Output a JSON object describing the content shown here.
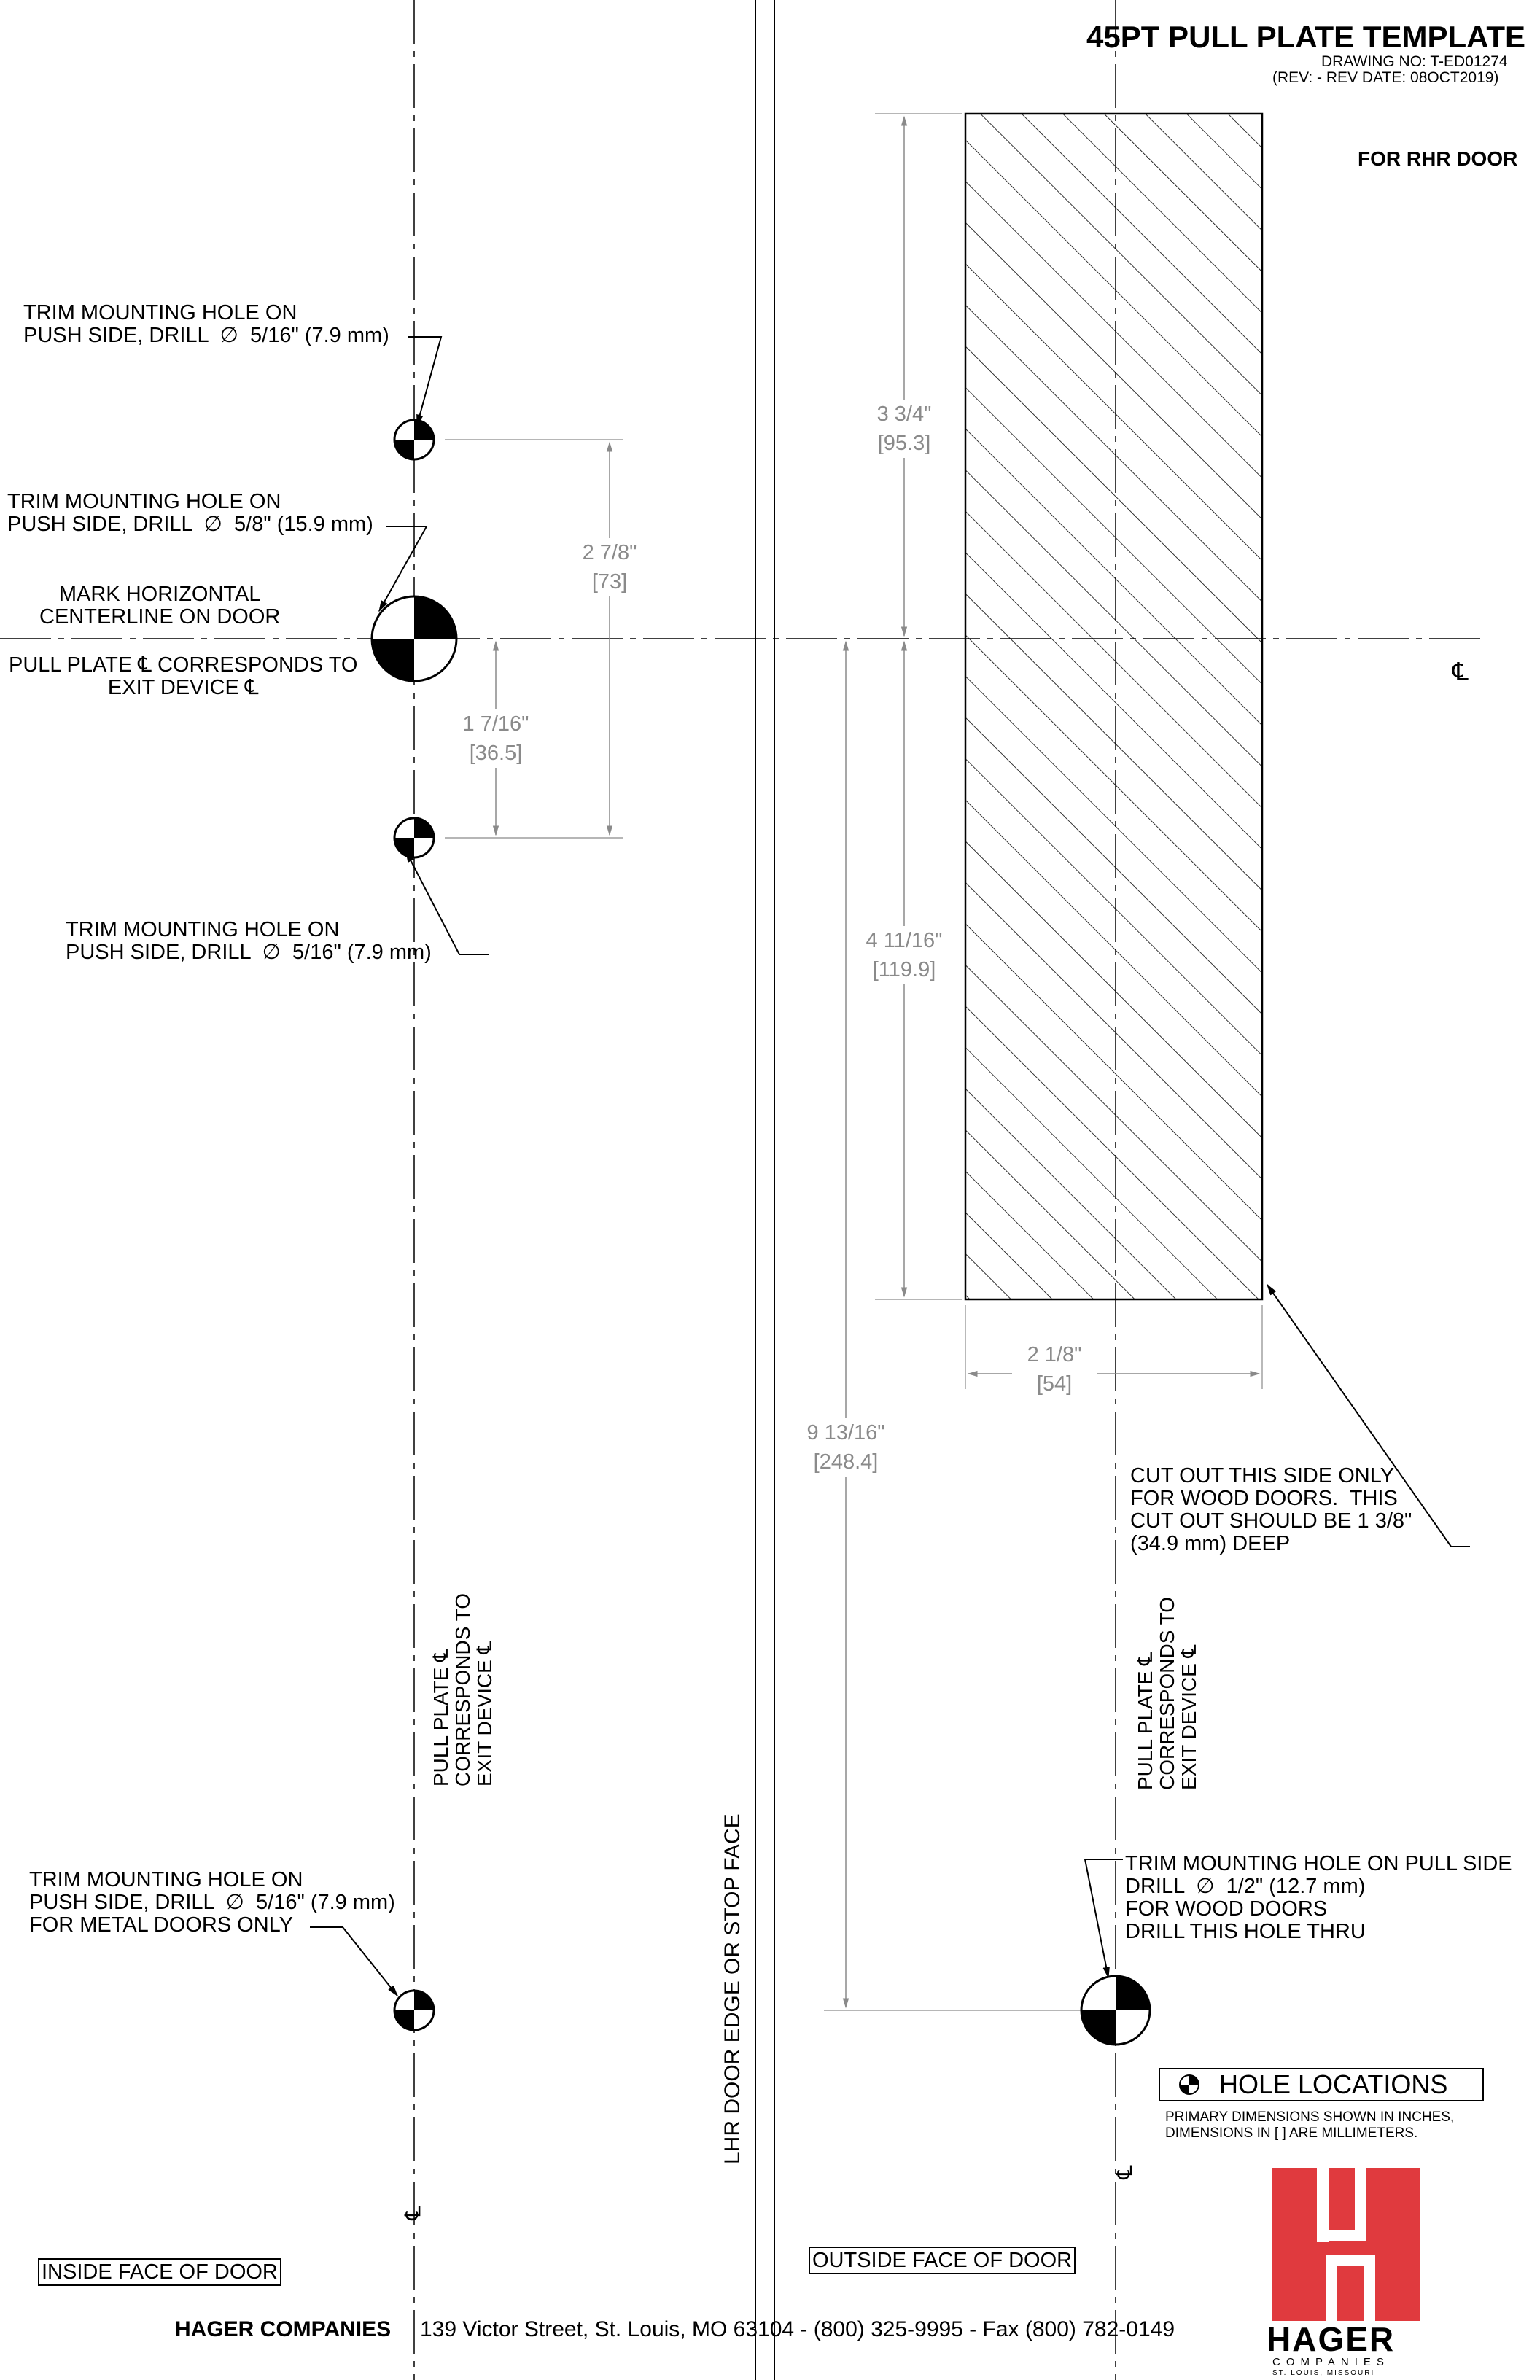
{
  "header": {
    "title": "45PT PULL PLATE TEMPLATE",
    "drawing_no": "DRAWING NO:  T-ED01274",
    "revision": "(REV: -  REV DATE: 08OCT2019)",
    "hand": "FOR RHR DOOR"
  },
  "callouts": {
    "top_hole": "TRIM MOUNTING HOLE ON\nPUSH SIDE, DRILL  ∅  5/16\" (7.9 mm)",
    "large_hole": "TRIM MOUNTING HOLE ON\nPUSH SIDE, DRILL  ∅  5/8\" (15.9 mm)",
    "mark_centerline": "MARK HORIZONTAL\nCENTERLINE ON DOOR",
    "pull_plate_cl": "PULL PLATE ℄ CORRESPONDS TO\nEXIT DEVICE ℄",
    "lower_hole": "TRIM MOUNTING HOLE ON\nPUSH SIDE, DRILL  ∅  5/16\" (7.9 mm)",
    "metal_hole": "TRIM MOUNTING HOLE ON\nPUSH SIDE, DRILL  ∅  5/16\" (7.9 mm)\nFOR METAL DOORS ONLY",
    "pull_side_hole": "TRIM MOUNTING HOLE ON PULL SIDE\nDRILL  ∅  1/2\" (12.7 mm)\nFOR WOOD DOORS\nDRILL THIS HOLE THRU",
    "cutout": "CUT OUT THIS SIDE ONLY\nFOR WOOD DOORS.  THIS\nCUT OUT SHOULD BE 1 3/8\"\n(34.9 mm) DEEP"
  },
  "dimensions": {
    "d1": {
      "in": "3 3/4\"",
      "mm": "[95.3]"
    },
    "d2": {
      "in": "2 7/8\"",
      "mm": "[73]"
    },
    "d3": {
      "in": "1 7/16\"",
      "mm": "[36.5]"
    },
    "d4": {
      "in": "4 11/16\"",
      "mm": "[119.9]"
    },
    "d5": {
      "in": "2 1/8\"",
      "mm": "[54]"
    },
    "d6": {
      "in": "9 13/16\"",
      "mm": "[248.4]"
    }
  },
  "vertical_labels": {
    "left_cl": "PULL PLATE ℄\nCORRESPONDS TO\nEXIT DEVICE ℄",
    "right_cl": "PULL PLATE ℄\nCORRESPONDS TO\nEXIT DEVICE ℄",
    "door_edge": "LHR DOOR EDGE OR STOP FACE"
  },
  "symbols": {
    "cl_right": "℄",
    "cl_left_bottom": "℄",
    "cl_right_bottom": "℄"
  },
  "legend": {
    "hole_locations": "HOLE LOCATIONS",
    "note": "PRIMARY DIMENSIONS SHOWN IN INCHES,\nDIMENSIONS IN [ ] ARE MILLIMETERS."
  },
  "faces": {
    "inside": "INSIDE FACE OF DOOR",
    "outside": "OUTSIDE FACE OF DOOR"
  },
  "footer": {
    "company": "HAGER COMPANIES",
    "address": "139 Victor Street, St. Louis, MO 63104 - (800) 325-9995 - Fax (800) 782-0149"
  },
  "logo": {
    "brand": "HAGER",
    "sub": "COMPANIES",
    "city": "ST. LOUIS, MISSOURI",
    "color": "#e03a3e"
  },
  "colors": {
    "line": "#000000",
    "dimension": "#8a8a8a"
  }
}
